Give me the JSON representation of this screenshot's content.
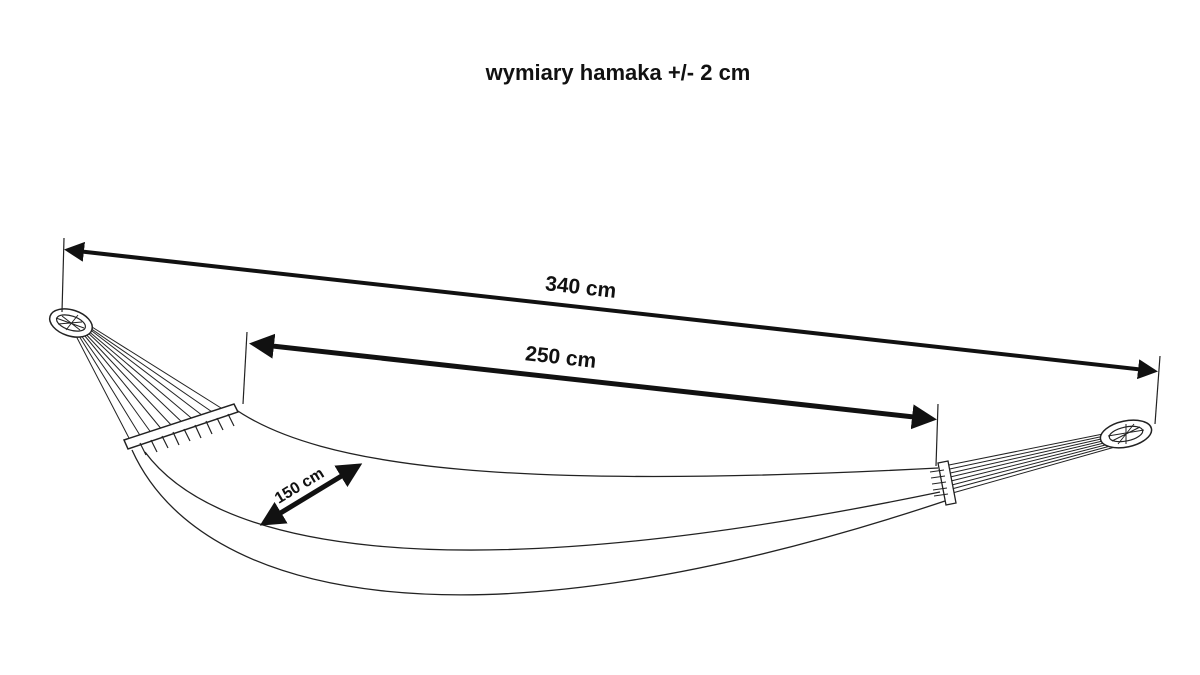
{
  "title": "wymiary hamaka +/- 2 cm",
  "dimensions": {
    "total_length": "340 cm",
    "bed_length": "250 cm",
    "bed_width": "150 cm"
  }
}
